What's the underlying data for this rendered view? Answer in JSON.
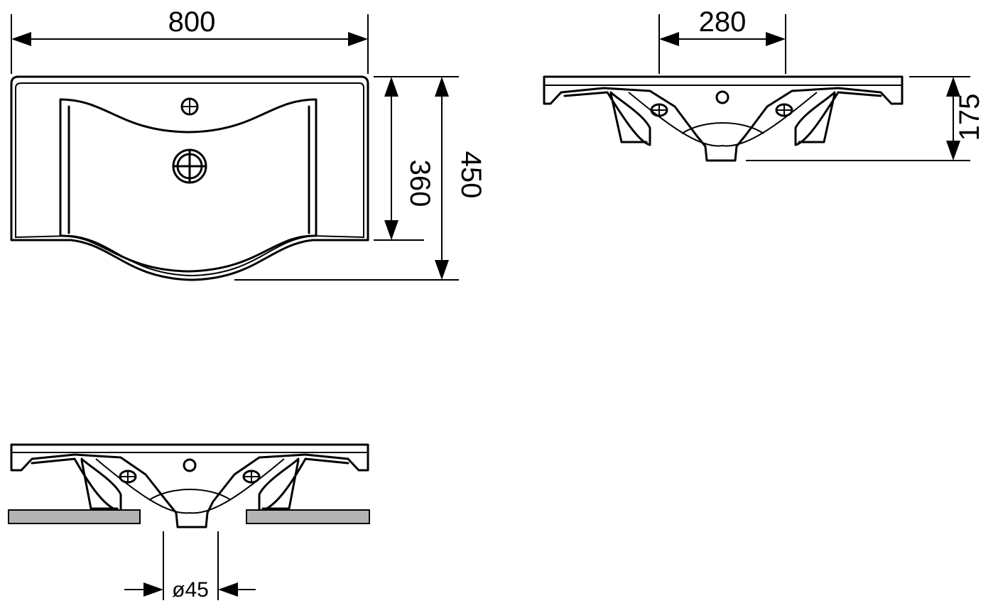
{
  "dimensions": {
    "width": "800",
    "bowl_depth": "360",
    "overall_depth": "450",
    "drain_offset": "280",
    "height": "175",
    "drain_diameter": "ø45"
  }
}
